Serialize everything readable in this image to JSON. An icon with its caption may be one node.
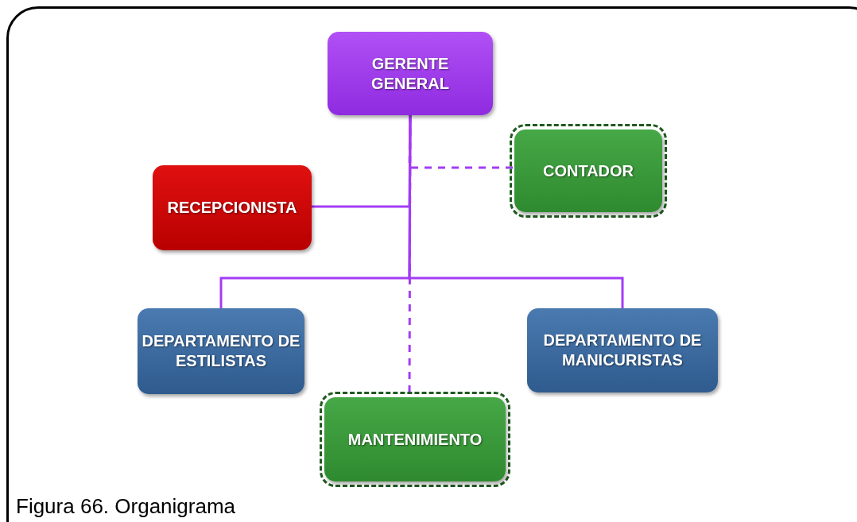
{
  "diagram": {
    "caption": "Figura 66. Organigrama",
    "nodes": [
      {
        "text": [
          "GERENTE GENERAL"
        ]
      },
      {
        "text": [
          "CONTADOR"
        ]
      },
      {
        "text": [
          "RECEPCIONISTA"
        ]
      },
      {
        "text": [
          "DEPARTAMENTO DE ESTILISTAS"
        ]
      },
      {
        "text": [
          "DEPARTAMENTO DE MANICURISTAS"
        ]
      },
      {
        "text": [
          "MANTENIMIENTO"
        ]
      }
    ],
    "edges": [
      {
        "from": 0,
        "to": 1,
        "arrow": "none",
        "style": "dashed"
      },
      {
        "from": 0,
        "to": 2,
        "arrow": "none"
      },
      {
        "from": 0,
        "to": 3,
        "arrow": "none"
      },
      {
        "from": 0,
        "to": 4,
        "arrow": "none"
      },
      {
        "from": 0,
        "to": 5,
        "arrow": "none",
        "style": "dashed"
      }
    ]
  }
}
